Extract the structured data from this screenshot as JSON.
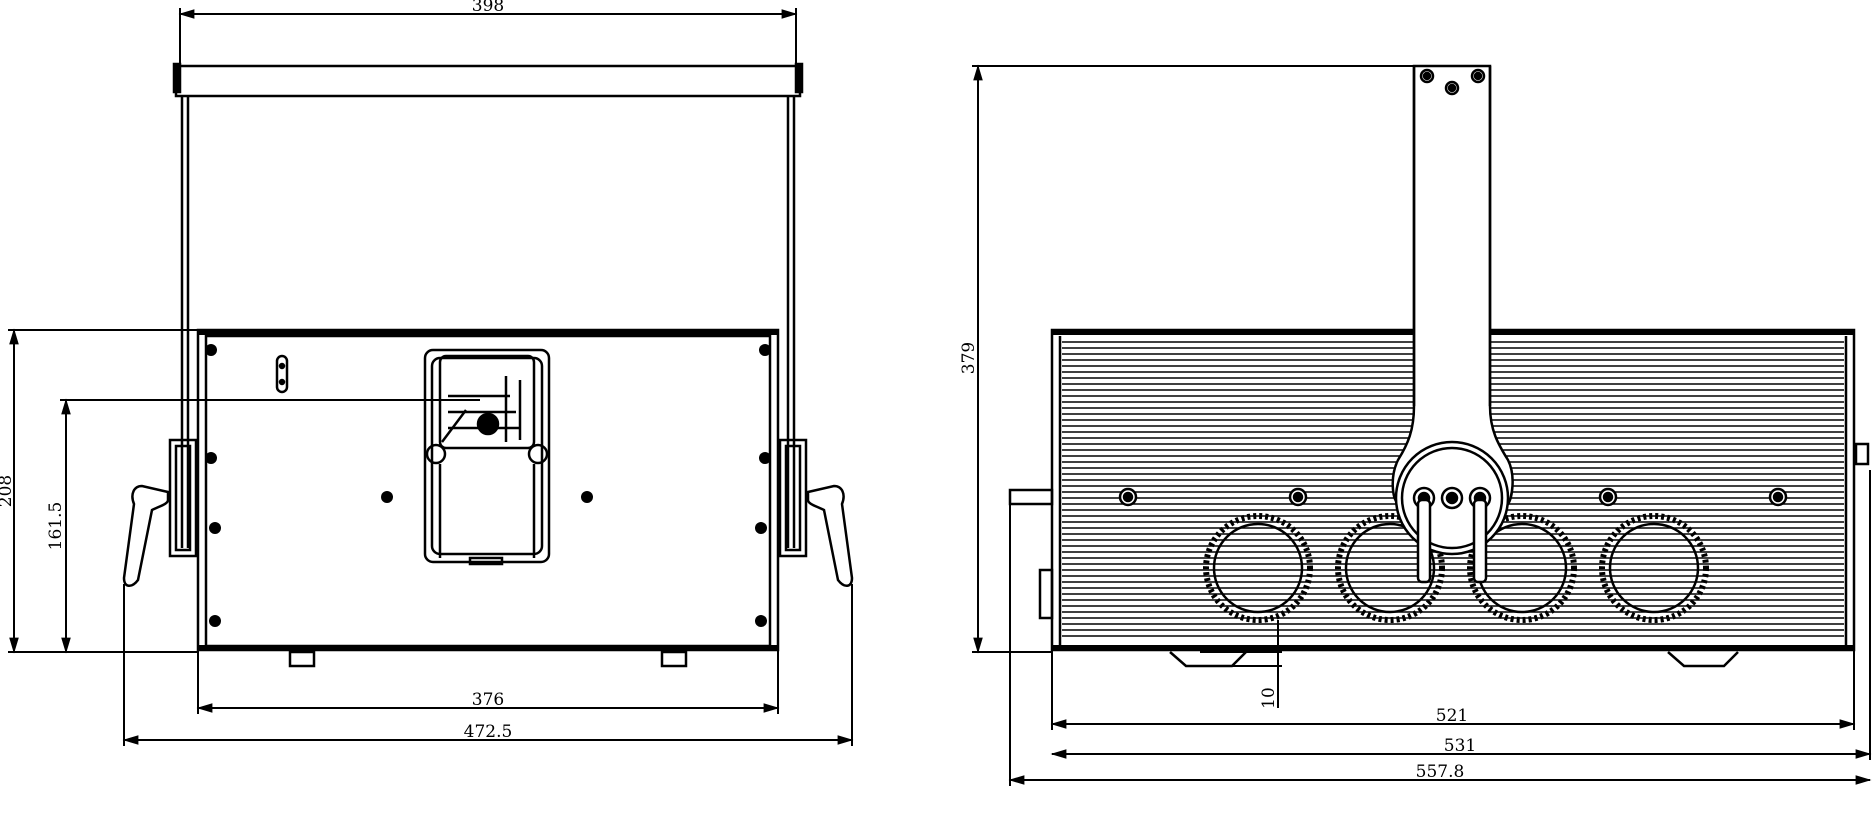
{
  "front_view": {
    "dimensions": {
      "top_width": "398",
      "body_height": "208",
      "inner_height": "161.5",
      "body_width": "376",
      "overall_width": "472.5"
    }
  },
  "side_view": {
    "dimensions": {
      "total_height": "379",
      "foot_height": "10",
      "body_length": "521",
      "housing_length": "531",
      "overall_length": "557.8"
    }
  }
}
